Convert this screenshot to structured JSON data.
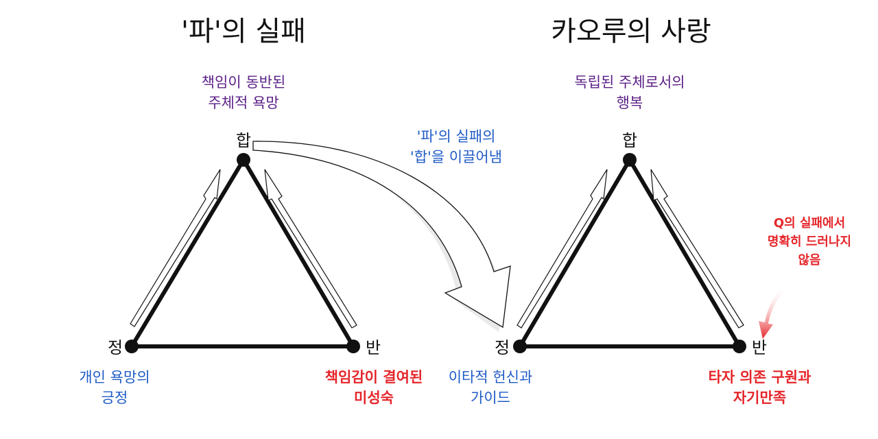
{
  "colors": {
    "ink": "#111111",
    "purple": "#5a1f86",
    "blue": "#1f5bc6",
    "red": "#e5252a"
  },
  "left_diagram": {
    "title": "'파'의 실패",
    "vertices": {
      "top": "합",
      "left": "정",
      "right": "반"
    },
    "top_note": [
      "책임이 동반된",
      "주체적 욕망"
    ],
    "left_note": [
      "개인 욕망의",
      "긍정"
    ],
    "right_note": [
      "책임감이 결여된",
      "미성숙"
    ]
  },
  "transition": {
    "note": [
      "'파'의 실패의",
      "'합'을 이끌어냄"
    ]
  },
  "right_diagram": {
    "title": "카오루의 사랑",
    "vertices": {
      "top": "합",
      "left": "정",
      "right": "반"
    },
    "top_note": [
      "독립된 주체로서의",
      "행복"
    ],
    "left_note": [
      "이타적 헌신과",
      "가이드"
    ],
    "right_note": [
      "타자 의존 구원과",
      "자기만족"
    ],
    "callout": [
      "Q의 실패에서",
      "명확히 드러나지",
      "않음"
    ]
  },
  "icons": {
    "flow_arrows": "thin-outline-arrow",
    "transition_arrow": "curved-outline-arrow",
    "callout_arrow": "red-pointer-arrow"
  }
}
